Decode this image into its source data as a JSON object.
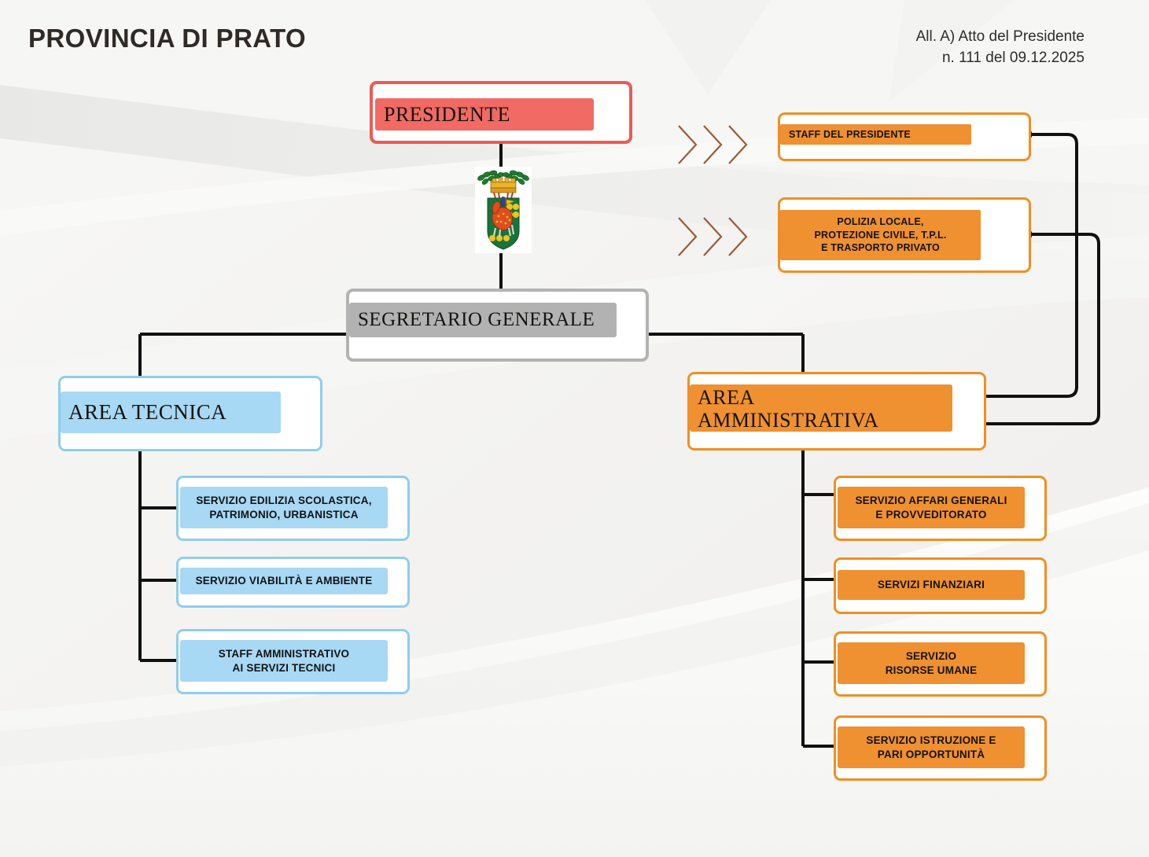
{
  "header": {
    "title": "PROVINCIA DI PRATO",
    "doc_ref_line1": "All. A) Atto del Presidente",
    "doc_ref_line2": "n. 111 del 09.12.2025"
  },
  "colors": {
    "red": "#f16a63",
    "red_border": "#ed5a54",
    "orange": "#ef9031",
    "orange_border": "#ef8f22",
    "blue": "#a7d8f4",
    "blue_border": "#8fcdef",
    "grey": "#b2b2b2",
    "grey_border": "#b3b3b3",
    "chevron": "#9c5a34",
    "line": "#111111",
    "background": "#f2f2f0"
  },
  "org_chart": {
    "type": "organizational-chart",
    "nodes": {
      "presidente": {
        "label": "PRESIDENTE",
        "level": 1,
        "color": "red"
      },
      "staff_presidente": {
        "label": "STAFF DEL PRESIDENTE",
        "level": 2,
        "color": "orange"
      },
      "polizia": {
        "label_line1": "POLIZIA LOCALE,",
        "label_line2": "PROTEZIONE CIVILE, T.P.L.",
        "label_line3": "E TRASPORTO PRIVATO",
        "level": 2,
        "color": "orange"
      },
      "segretario": {
        "label": "SEGRETARIO GENERALE",
        "level": 2,
        "color": "grey"
      },
      "area_tecnica": {
        "label": "AREA TECNICA",
        "level": 3,
        "color": "blue"
      },
      "area_amministrativa": {
        "label_line1": "AREA",
        "label_line2": "AMMINISTRATIVA",
        "level": 3,
        "color": "orange"
      }
    },
    "servizi_tecnici": [
      {
        "line1": "SERVIZIO EDILIZIA SCOLASTICA,",
        "line2": "PATRIMONIO, URBANISTICA"
      },
      {
        "line1": "SERVIZIO VIABILITÀ E AMBIENTE",
        "line2": ""
      },
      {
        "line1": "STAFF AMMINISTRATIVO",
        "line2": "AI SERVIZI TECNICI"
      }
    ],
    "servizi_amministrativi": [
      {
        "line1": "SERVIZIO AFFARI GENERALI",
        "line2": "E PROVVEDITORATO"
      },
      {
        "line1": "SERVIZI FINANZIARI",
        "line2": ""
      },
      {
        "line1": "SERVIZIO",
        "line2": "RISORSE UMANE"
      },
      {
        "line1": "SERVIZIO ISTRUZIONE E",
        "line2": "PARI OPPORTUNITÀ"
      }
    ]
  },
  "emblem": {
    "name": "provincia-di-prato-coat-of-arms",
    "description": "Green shield with red rampant horse and banner, gold roundels, oak and laurel branches with gold mural crown"
  },
  "decor": {
    "chevron_icon": "triple-chevron-right-icon",
    "chevron_count": 3
  }
}
